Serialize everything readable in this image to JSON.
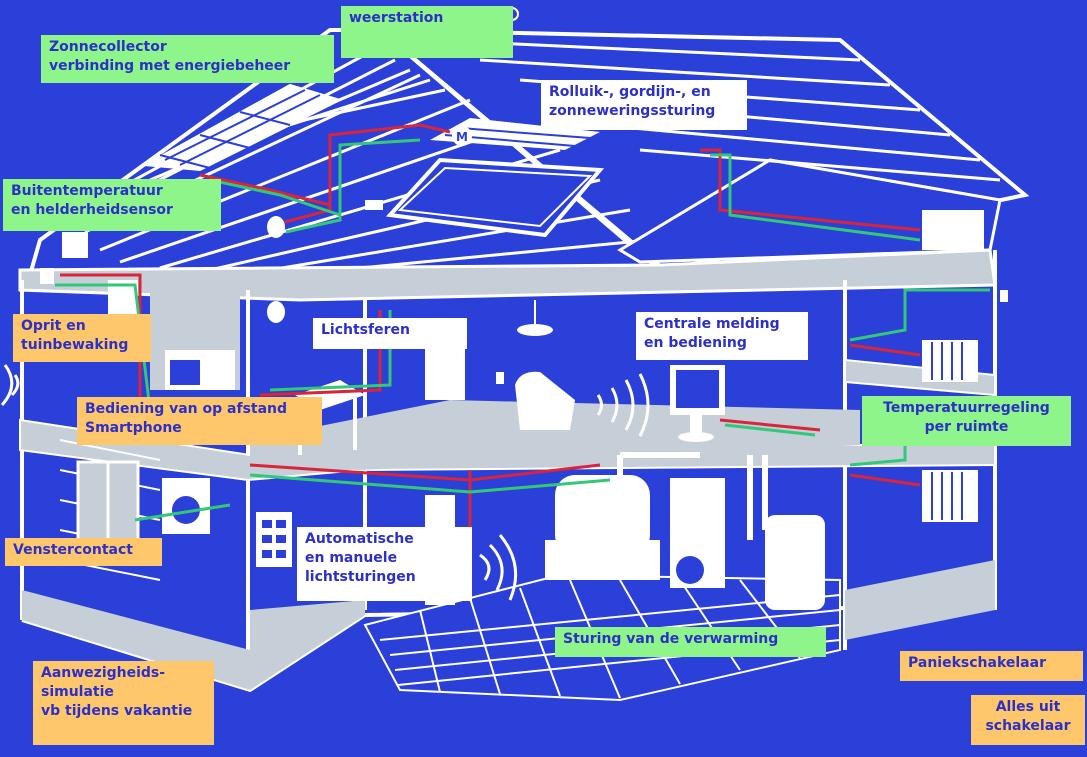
{
  "labels": {
    "weerstation": "weerstation",
    "zonnecollector": "Zonnecollector\nverbinding met energiebeheer",
    "rolluik": "Rolluik-, gordijn-, en\n zonneweringssturing",
    "buitentemperatuur": "Buitentemperatuur\nen helderheidsensor",
    "oprit": "Oprit en\ntuinbewaking",
    "lichtsferen": "Lichtsferen",
    "centrale_melding": "Centrale melding\n en bediening",
    "bediening_afstand": "Bediening van op afstand\nSmartphone",
    "temperatuurregeling": "Temperatuurregeling\nper ruimte",
    "automatische": "Automatische\n en manuele\nlichtsturingen",
    "venstercontact": "Venstercontact",
    "sturing_verwarming": "Sturing van de verwarming",
    "paniekschakelaar": "Paniekschakelaar",
    "aanwezigheid": "Aanwezigheids-\nsimulatie\nvb tijdens  vakantie",
    "alles_uit": "Alles uit\nschakelaar"
  },
  "icons": [
    "motor-icon",
    "weather-station-icon"
  ],
  "colors": {
    "background": "#2b3fd9",
    "label_green": "#8ef58a",
    "label_orange": "#ffc76b",
    "label_text": "#2c2fc8",
    "floor": "#c6ced8",
    "wire_red": "#d8253a",
    "wire_green": "#32c878"
  }
}
